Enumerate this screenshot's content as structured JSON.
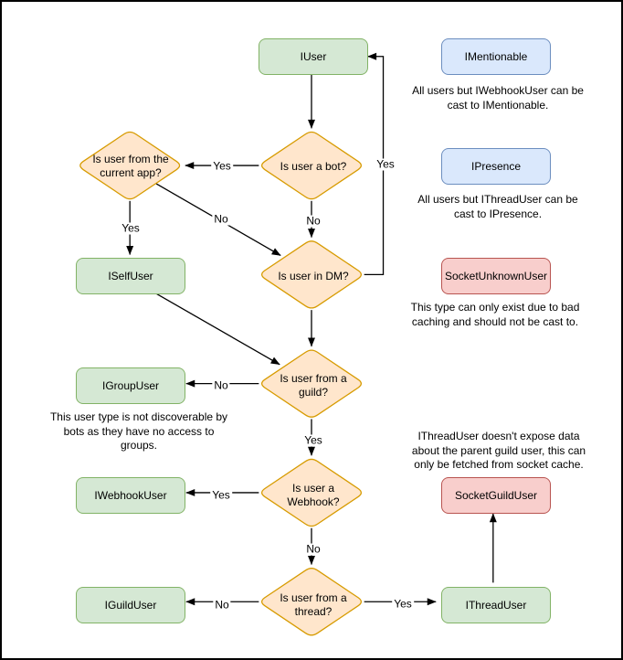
{
  "colors": {
    "green_fill": "#d5e8d4",
    "green_stroke": "#82b366",
    "orange_fill": "#ffe6cc",
    "orange_stroke": "#d79b00",
    "blue_fill": "#dae8fc",
    "blue_stroke": "#6c8ebf",
    "red_fill": "#f8cecc",
    "red_stroke": "#b85450",
    "edge": "#000000",
    "canvas_border": "#000000",
    "background": "#ffffff"
  },
  "nodes": {
    "iuser": "IUser",
    "iselfuser": "ISelfUser",
    "igroupuser": "IGroupUser",
    "iwebhookuser": "IWebhookUser",
    "iguilduser": "IGuildUser",
    "ithreaduser": "IThreadUser",
    "imentionable": "IMentionable",
    "ipresence": "IPresence",
    "socketunknownuser": "SocketUnknownUser",
    "socketguilduser": "SocketGuildUser"
  },
  "decisions": {
    "bot": [
      "Is user a bot?"
    ],
    "app": [
      "Is user from the",
      "current app?"
    ],
    "dm": [
      "Is user in DM?"
    ],
    "guild": [
      "Is user from a",
      "guild?"
    ],
    "webhook": [
      "Is user a",
      "Webhook?"
    ],
    "thread": [
      "Is user from a",
      "thread?"
    ]
  },
  "edge_labels": {
    "bot_to_app": "Yes",
    "bot_to_dm": "No",
    "app_to_selfuser": "Yes",
    "app_to_dm": "No",
    "dm_to_iuser": "Yes",
    "guild_to_groupuser": "No",
    "guild_to_webhook": "Yes",
    "webhook_to_webhookuser": "Yes",
    "webhook_to_thread": "No",
    "thread_to_guilduser": "No",
    "thread_to_threaduser": "Yes"
  },
  "notes": {
    "mentionable": [
      "All users but IWebhookUser can be",
      "cast to IMentionable."
    ],
    "presence": [
      "All users but IThreadUser can be",
      "cast to IPresence."
    ],
    "unknown": [
      "This type can only exist due to bad",
      "caching and should not be cast to."
    ],
    "group": [
      "This user type is not discoverable by",
      "bots as they have no access to",
      "groups."
    ],
    "thread": [
      "IThreadUser doesn't expose data",
      "about the parent guild user, this can",
      "only be fetched from socket cache."
    ]
  }
}
